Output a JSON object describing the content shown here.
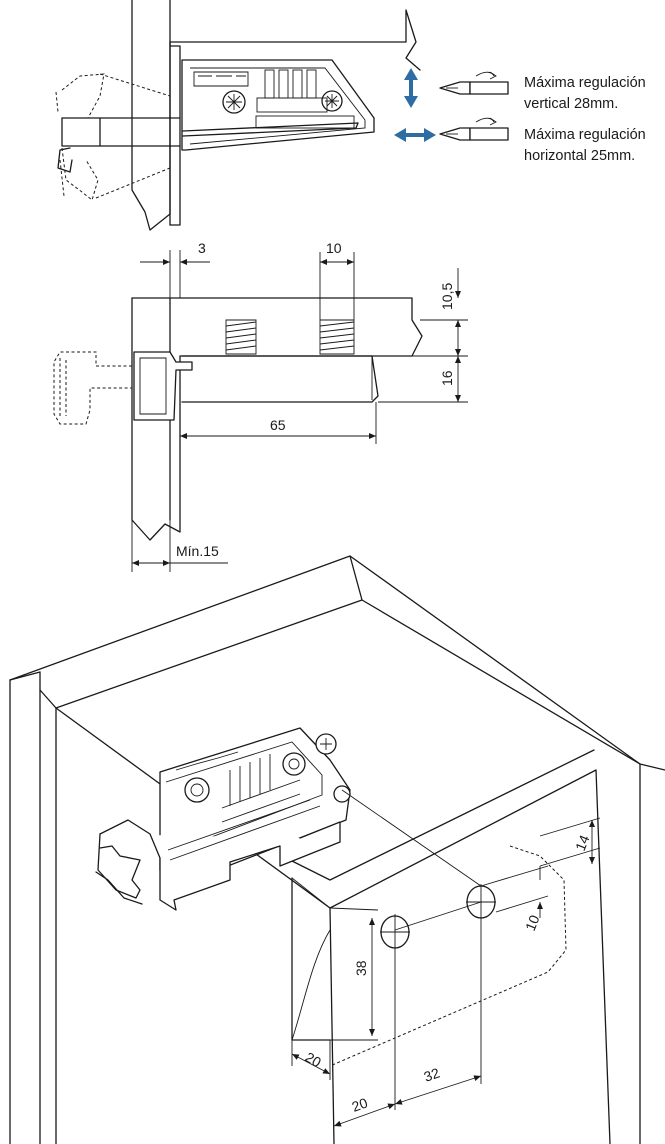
{
  "notes": {
    "vertical_line1": "Máxima regulación",
    "vertical_line2": "vertical 28mm.",
    "horizontal_line1": "Máxima regulación",
    "horizontal_line2": "horizontal 25mm."
  },
  "dimensions": {
    "d3": "3",
    "d10": "10",
    "d10_5": "10,5",
    "d16": "16",
    "d65": "65",
    "dmin15": "Mín.15",
    "d14": "14",
    "d10b": "10",
    "d38": "38",
    "d20a": "20",
    "d20b": "20",
    "d32": "32"
  },
  "colors": {
    "arrow": "#2e6da4",
    "line": "#1a1a1a"
  },
  "icons": [
    "vertical-adjust-arrow-icon",
    "horizontal-adjust-arrow-icon",
    "screwdriver-icon"
  ]
}
